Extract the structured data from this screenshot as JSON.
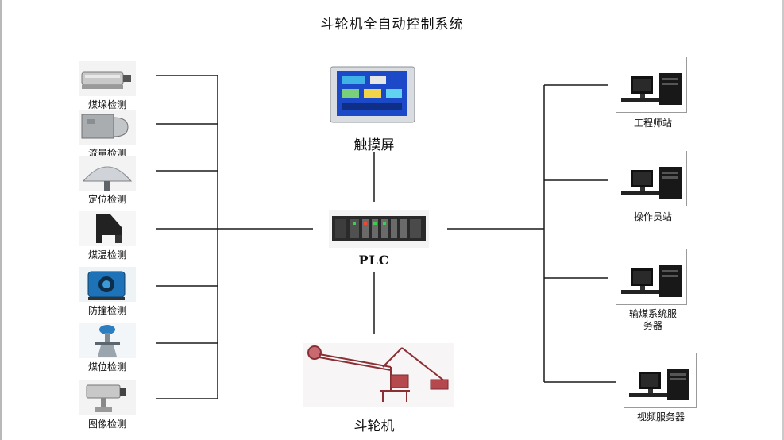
{
  "title": "斗轮机全自动控制系统",
  "sensors": [
    {
      "label": "煤垛检测",
      "icon": "sensor-box-icon"
    },
    {
      "label": "流量检测",
      "icon": "flow-meter-icon"
    },
    {
      "label": "定位检测",
      "icon": "gps-antenna-icon"
    },
    {
      "label": "煤温检测",
      "icon": "temperature-sensor-icon"
    },
    {
      "label": "防撞检测",
      "icon": "anti-collision-scanner-icon"
    },
    {
      "label": "煤位检测",
      "icon": "radar-level-icon"
    },
    {
      "label": "图像检测",
      "icon": "camera-icon"
    }
  ],
  "center": {
    "touchscreen": "触摸屏",
    "plc": "PLC",
    "machine": "斗轮机"
  },
  "stations": [
    {
      "label": "工程师站",
      "icon": "computer-icon"
    },
    {
      "label": "操作员站",
      "icon": "computer-icon"
    },
    {
      "label_line1": "输煤系统服",
      "label_line2": "务器",
      "icon": "computer-icon"
    },
    {
      "label": "视频服务器",
      "icon": "computer-icon"
    }
  ],
  "colors": {
    "line": "#1a1a1a",
    "screen_blue": "#1c49c8",
    "machine_red": "#b5494e"
  }
}
